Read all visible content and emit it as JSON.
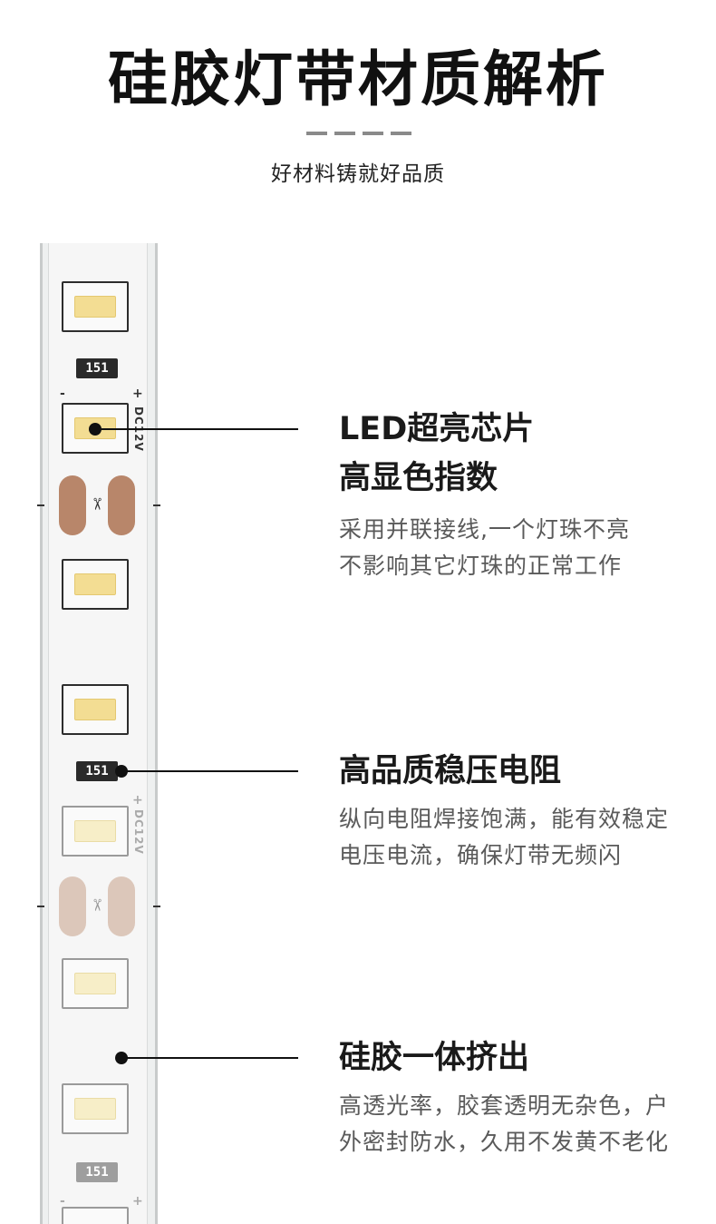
{
  "header": {
    "title": "硅胶灯带材质解析",
    "subtitle": "好材料铸就好品质"
  },
  "strip": {
    "resistor_code": "151",
    "voltage_label": "DC12V",
    "minus": "-",
    "plus": "+",
    "scissor_glyph": "✂"
  },
  "features": [
    {
      "heading_lines": [
        "LED超亮芯片",
        "高显色指数"
      ],
      "desc_lines": [
        "采用并联接线,一个灯珠不亮",
        "不影响其它灯珠的正常工作"
      ]
    },
    {
      "heading_lines": [
        "高品质稳压电阻"
      ],
      "desc_lines": [
        "纵向电阻焊接饱满，能有效稳定",
        "电压电流，确保灯带无频闪"
      ]
    },
    {
      "heading_lines": [
        "硅胶一体挤出"
      ],
      "desc_lines": [
        "高透光率，胶套透明无杂色，户",
        "外密封防水，久用不发黄不老化"
      ]
    }
  ],
  "colors": {
    "chip_yellow": "#f3dd93",
    "copper_pad": "#b8866a",
    "text_dark": "#1a1a1a",
    "text_gray": "#5a5a5a"
  }
}
